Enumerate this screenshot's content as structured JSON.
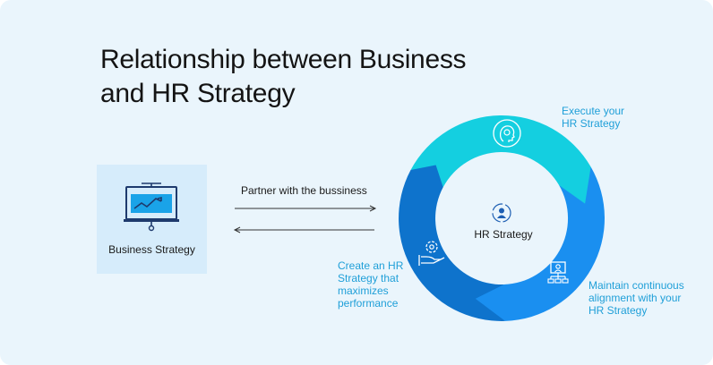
{
  "title": {
    "line1": "Relationship between Business",
    "line2": "and HR Strategy"
  },
  "business_strategy": {
    "label": "Business Strategy",
    "icon": "presentation-board-icon"
  },
  "partner": {
    "label": "Partner with the bussiness"
  },
  "cycle": {
    "center_label": "HR Strategy",
    "center_icon": "people-cycle-icon",
    "steps": [
      {
        "lines": [
          "Execute your",
          "HR Strategy"
        ],
        "icon": "head-gear-icon",
        "color": "#14cfe0"
      },
      {
        "lines": [
          "Maintain continuous",
          "alignment with your",
          "HR Strategy"
        ],
        "icon": "org-chart-icon",
        "color": "#1a8ff0"
      },
      {
        "lines": [
          "Create an HR",
          "Strategy that",
          "maximizes",
          "performance"
        ],
        "icon": "hand-gear-icon",
        "color": "#0e73cc"
      }
    ]
  },
  "colors": {
    "background": "#eaf5fc",
    "box": "#d6ecfb",
    "accent_text": "#1f9fd8",
    "icon_blue": "#1e5fb3"
  }
}
